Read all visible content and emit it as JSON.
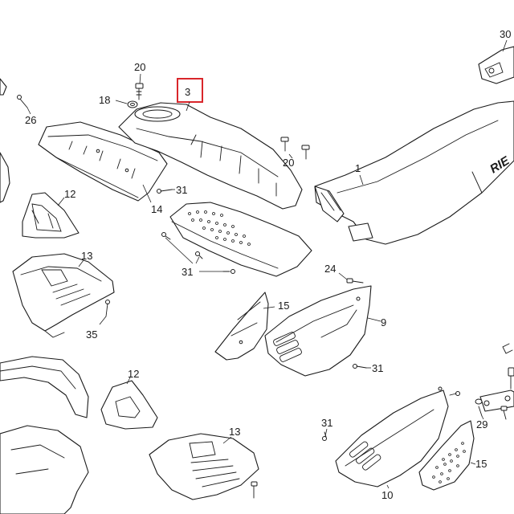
{
  "diagram": {
    "brand_text": "RIE",
    "highlighted_part": "3",
    "callouts": {
      "c30": "30",
      "c20a": "20",
      "c18": "18",
      "c3": "3",
      "c26": "26",
      "c20b": "20",
      "c1": "1",
      "c12a": "12",
      "c31a": "31",
      "c14": "14",
      "c13a": "13",
      "c31b": "31",
      "c24": "24",
      "c15a": "15",
      "c9": "9",
      "c35": "35",
      "c12b": "12",
      "c31c": "31",
      "c31d": "31",
      "c29": "29",
      "c13b": "13",
      "c15b": "15",
      "c10": "10"
    }
  }
}
